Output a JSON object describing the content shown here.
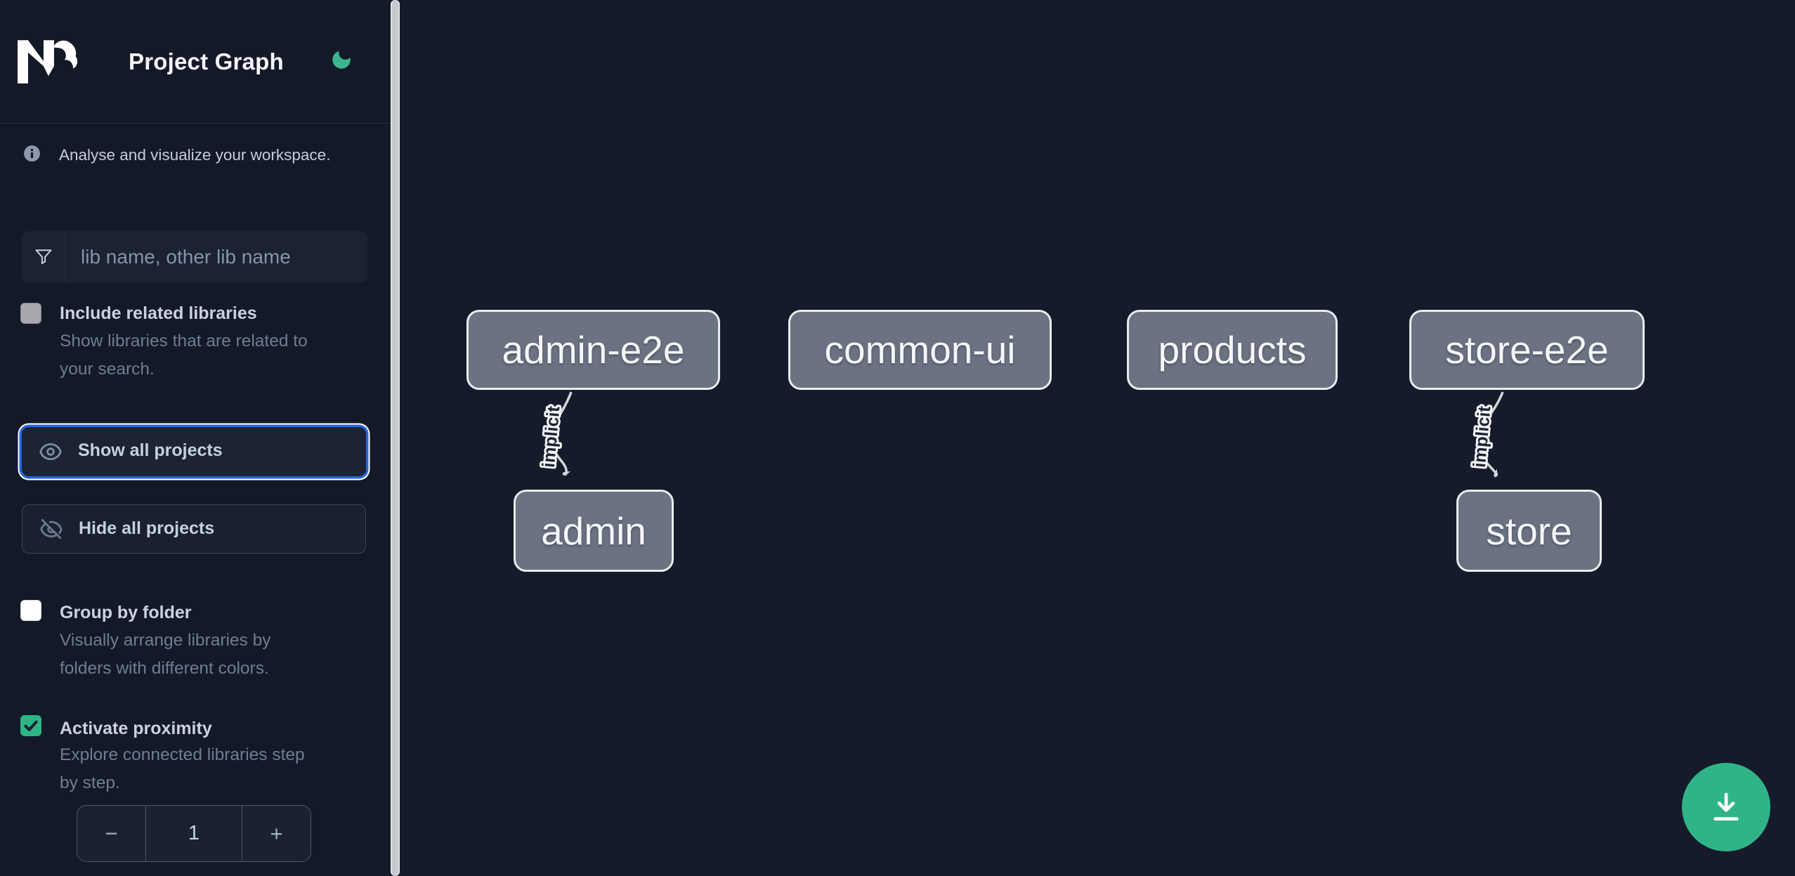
{
  "header": {
    "title": "Project Graph",
    "logo": "nx-logo",
    "theme_icon": "moon-icon"
  },
  "intro": {
    "text": "Analyse and visualize your workspace."
  },
  "search": {
    "placeholder": "lib name, other lib name",
    "icon": "filter-funnel-icon"
  },
  "options": [
    {
      "label": "Include related libraries",
      "description": [
        "Show libraries that are related to",
        "your search."
      ],
      "checked": false
    },
    {
      "label": "Group by folder",
      "description": [
        "Visually arrange libraries by",
        "folders with different colors."
      ],
      "checked": false
    },
    {
      "label": "Activate proximity",
      "description": [
        "Explore connected libraries step",
        "by step."
      ],
      "checked": true
    }
  ],
  "actions": {
    "show_all": "Show all projects",
    "hide_all": "Hide all projects"
  },
  "proximity_stepper": {
    "decrement": "−",
    "value": "1",
    "increment": "+"
  },
  "graph": {
    "nodes": [
      {
        "id": "admin-e2e",
        "label": "admin-e2e"
      },
      {
        "id": "common-ui",
        "label": "common-ui"
      },
      {
        "id": "products",
        "label": "products"
      },
      {
        "id": "store-e2e",
        "label": "store-e2e"
      },
      {
        "id": "admin",
        "label": "admin"
      },
      {
        "id": "store",
        "label": "store"
      }
    ],
    "edges": [
      {
        "source": "admin-e2e",
        "target": "admin",
        "label": "implicit"
      },
      {
        "source": "store-e2e",
        "target": "store",
        "label": "implicit"
      }
    ]
  },
  "fab": {
    "icon": "download-icon"
  },
  "colors": {
    "sidebar_bg": "#131927",
    "canvas_bg": "#151b2a",
    "accent_green": "#30b487",
    "focus_blue": "#2865dd",
    "node_fill": "#6b7282",
    "node_border": "#e9ebee",
    "edge": "#d2d6dc"
  }
}
